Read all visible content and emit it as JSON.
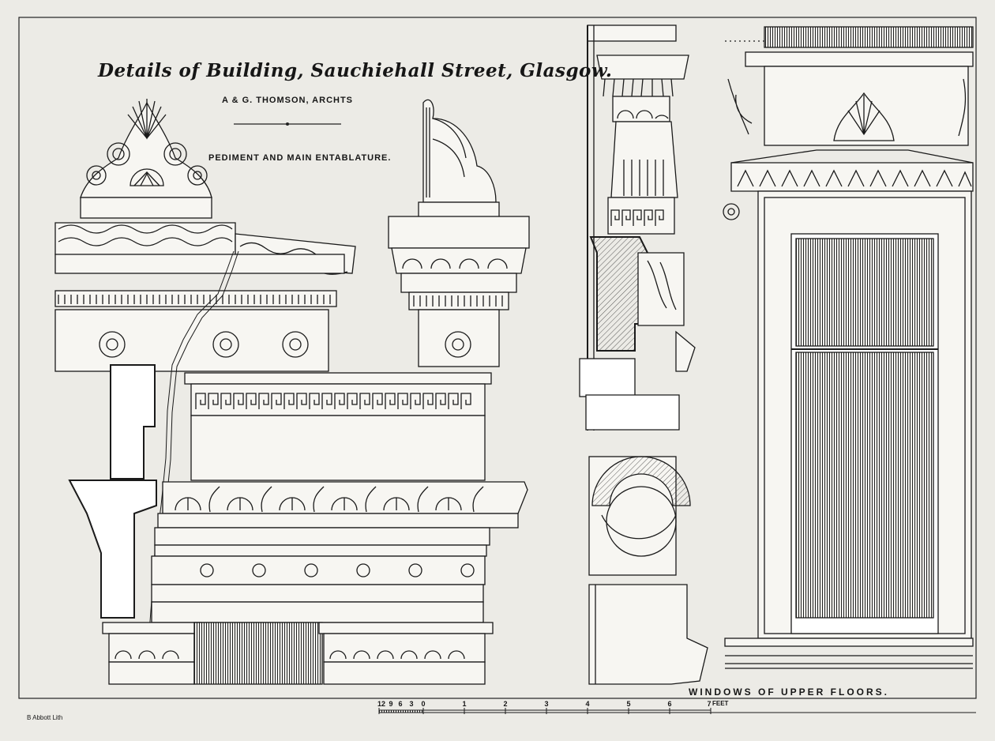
{
  "plate": {
    "title": "Details of Building, Sauchiehall Street, Glasgow.",
    "architects": "A & G. THOMSON, ARCHTS",
    "subtitle": "PEDIMENT AND MAIN ENTABLATURE.",
    "windows_caption": "WINDOWS OF UPPER FLOORS.",
    "engraver": "B Abbott Lith"
  },
  "scale": {
    "labels": [
      "12",
      "9",
      "6",
      "3",
      "0",
      "1",
      "2",
      "3",
      "4",
      "5",
      "6",
      "7"
    ],
    "unit": "FEET"
  },
  "colors": {
    "paper": "#ecebe6",
    "ink": "#161616",
    "section_fill": "#ffffff"
  }
}
